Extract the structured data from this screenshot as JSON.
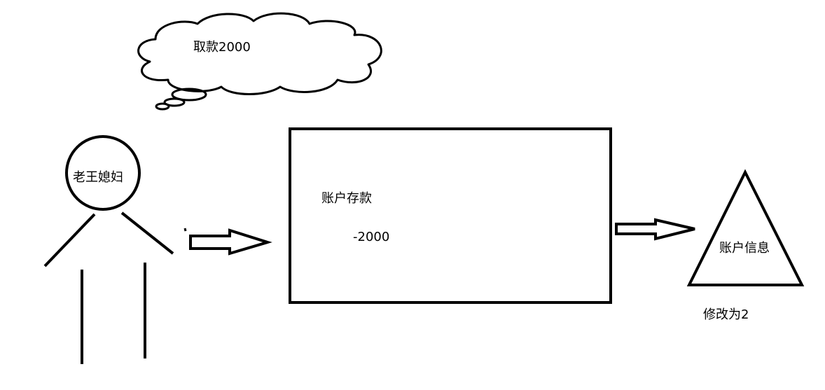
{
  "diagram": {
    "thought_bubble": {
      "text": "取款2000"
    },
    "person": {
      "label": "老王媳妇"
    },
    "account_box": {
      "title": "账户存款",
      "change": "-2000"
    },
    "account_info": {
      "label": "账户信息",
      "caption": "修改为2"
    }
  },
  "colors": {
    "stroke": "#000000",
    "background": "#ffffff"
  }
}
